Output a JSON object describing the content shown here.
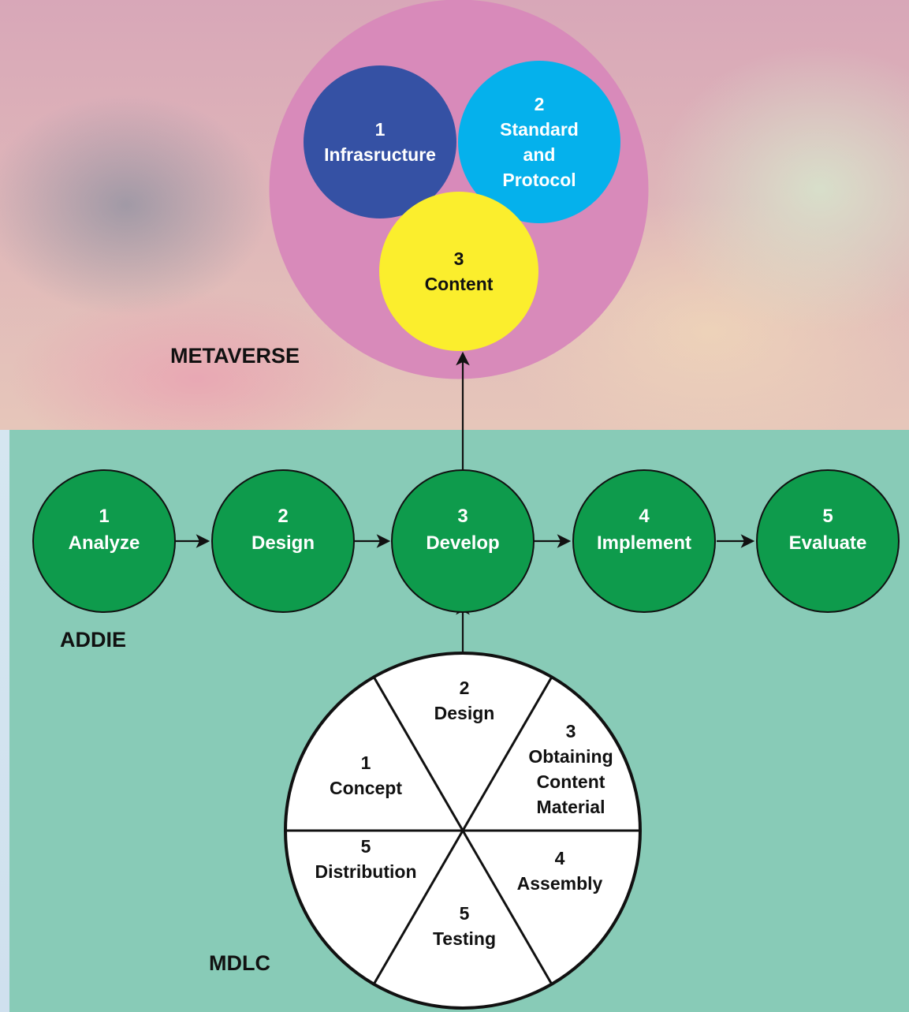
{
  "metaverse": {
    "label": "METAVERSE",
    "color": "#d88aba",
    "circles": [
      {
        "num": "1",
        "lines": [
          "Infrasructure"
        ],
        "color": "#3551a4",
        "text_color": "#ffffff"
      },
      {
        "num": "2",
        "lines": [
          "Standard",
          "and",
          "Protocol"
        ],
        "color": "#05b1ec",
        "text_color": "#ffffff"
      },
      {
        "num": "3",
        "lines": [
          "Content"
        ],
        "color": "#fbee2d",
        "text_color": "#111111"
      }
    ]
  },
  "addie": {
    "label": "ADDIE",
    "color": "#0e9b4c",
    "steps": [
      {
        "num": "1",
        "label": "Analyze"
      },
      {
        "num": "2",
        "label": "Design"
      },
      {
        "num": "3",
        "label": "Develop"
      },
      {
        "num": "4",
        "label": "Implement"
      },
      {
        "num": "5",
        "label": "Evaluate"
      }
    ]
  },
  "mdlc": {
    "label": "MDLC",
    "segments": [
      {
        "num": "1",
        "lines": [
          "Concept"
        ]
      },
      {
        "num": "2",
        "lines": [
          "Design"
        ]
      },
      {
        "num": "3",
        "lines": [
          "Obtaining",
          "Content",
          "Material"
        ]
      },
      {
        "num": "4",
        "lines": [
          "Assembly"
        ]
      },
      {
        "num": "5",
        "lines": [
          "Testing"
        ]
      },
      {
        "num": "5",
        "lines": [
          "Distribution"
        ]
      }
    ]
  },
  "colors": {
    "panel": "#88cbb7",
    "arrow": "#111111"
  }
}
